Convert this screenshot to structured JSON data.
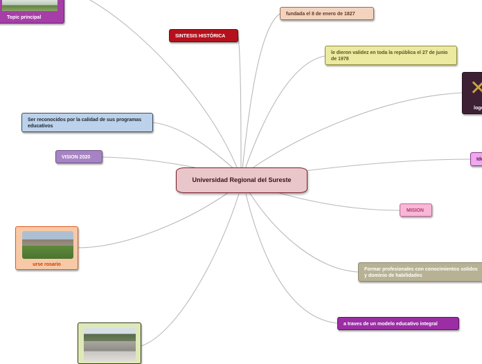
{
  "mindmap": {
    "center": "Universidad Regional del Sureste",
    "nodes": {
      "fundada": "fundada el 8 de enero de 1827",
      "sintesis": "SINTESIS HISTÓRICA",
      "validez": "le dieron validez en toda la república el 27 de junio de 1978",
      "logo": "logo",
      "ser": "Ser reconocidos por la calidad de sus programas educativos",
      "vision": "VISION 2020",
      "ide": "Ide",
      "mision": "MISION",
      "formar": "Formar profesionales con conocimientos solidos y dominio de habilidades",
      "traves": "a traves de un modelo educativo integral",
      "urse": "urse rosario",
      "topic": "Topic principal"
    },
    "icons": {
      "logo": "logo-chevrons-icon",
      "urse_photo": "campus-photo",
      "bottom_photo": "campus-building-photo",
      "topic_photo": "campus-photo"
    },
    "colors": {
      "connector": "#b8b8b8",
      "center": "#e9c6c9",
      "sintesis": "#b5101d"
    }
  }
}
